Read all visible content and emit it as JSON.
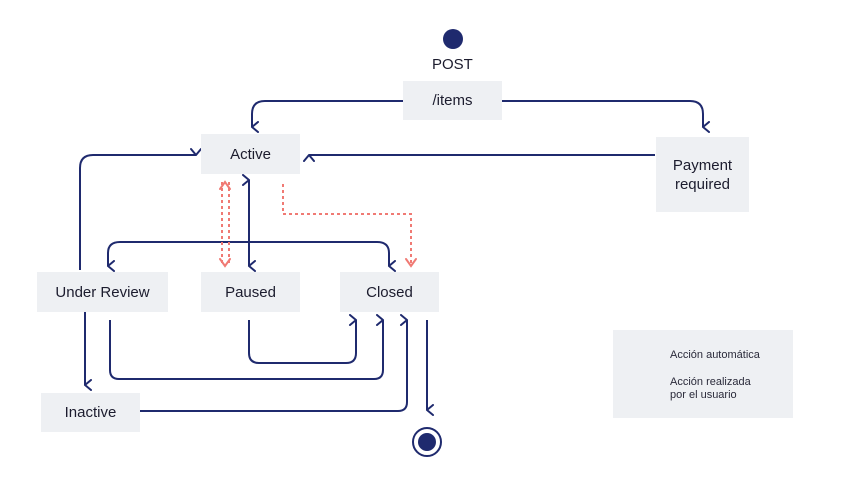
{
  "start_label": "POST",
  "nodes": {
    "items": "/items",
    "active": "Active",
    "payment_required": "Payment required",
    "under_review": "Under Review",
    "paused": "Paused",
    "closed": "Closed",
    "inactive": "Inactive"
  },
  "legend": {
    "automatic": "Acción automática",
    "user_action": "Acción realizada por el usuario"
  },
  "colors": {
    "automatic": "#1f2a6e",
    "user_action": "#f07a74",
    "node_fill": "#eef0f3"
  }
}
